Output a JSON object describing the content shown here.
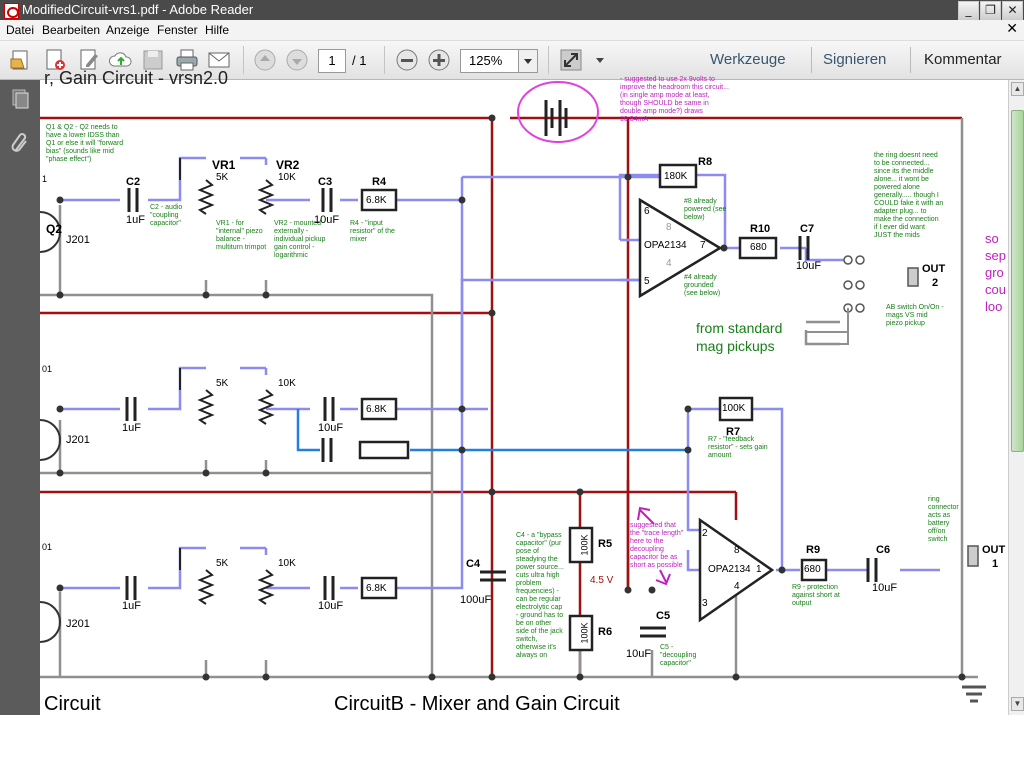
{
  "window": {
    "title": "ModifiedCircuit-vrs1.pdf - Adobe Reader",
    "controls": [
      "_",
      "❐",
      "✕"
    ]
  },
  "menu": {
    "items": [
      "Datei",
      "Bearbeiten",
      "Anzeige",
      "Fenster",
      "Hilfe"
    ],
    "close": "✕"
  },
  "toolbar": {
    "page_current": "1",
    "page_total": "/ 1",
    "zoom": "125%",
    "tools_label": "Werkzeuge",
    "sign_label": "Signieren",
    "comment_label": "Kommentar"
  },
  "schematic": {
    "header_partial": "r, Gain Circuit - vrsn2.0",
    "caption_left": "Circuit",
    "caption_main": "CircuitB - Mixer and Gain Circuit",
    "battery_note": "- suggested to use 2x 9volts to improve the headroom this circuit... (in single amp mode at least, though SHOULD be same in double amp mode?) draws 10.84mA",
    "q_note": "Q1 & Q2 - Q2 needs to have a lower IDSS than Q1 or else it will \"forward bias\" (sounds like mid \"phase effect\")",
    "labels": {
      "q2": "Q2",
      "j201a": "J201",
      "j201b": "J201",
      "j201c": "J201",
      "c2": "C2",
      "c2v": "1uF",
      "c2note": "C2 - audio \"coupling capacitor\"",
      "vr1": "VR1",
      "vr1v": "5K",
      "vr1note": "VR1 - for \"internal\" piezo balance - multiturn trimpot",
      "vr2": "VR2",
      "vr2v": "10K",
      "vr2note": "VR2 - mounted externally - individual pickup gain control - logarithmic",
      "c3": "C3",
      "c3v": "10uF",
      "r4": "R4",
      "r4v": "6.8K",
      "r4note": "R4 - \"input resistor\" of the mixer",
      "r8": "R8",
      "r8v": "180K",
      "op1": "OPA2134",
      "op1p6": "6",
      "op1p8": "8",
      "op1p5": "5",
      "op1p4": "4",
      "op1p7": "7",
      "op1note8": "#8 already powered (see below)",
      "op1note4": "#4 already grounded (see below)",
      "r10": "R10",
      "r10v": "680",
      "c7": "C7",
      "c7v": "10uF",
      "ringnote": "the ring doesnt need to be connected... since its the middle alone... it wont be powered alone generally..... though I COULD fake it with an adapter plug... to make the connection if I ever did want JUST the mids",
      "out2": "OUT",
      "out2n": "2",
      "abnote": "AB switch On/On - mags VS mid piezo pickup",
      "mag": "from standard",
      "mag2": "mag pickups",
      "magenta_edge": "so\nsep\ngro\ncou\nloo",
      "row2_5k": "5K",
      "row2_10k": "10K",
      "row2_1uf": "1uF",
      "row2_10uf": "10uF",
      "row2_r": "6.8K",
      "r7": "R7",
      "r7v": "100K",
      "r7note": "R7 - \"feedback resistor\" - sets gain amount",
      "row3_5k": "5K",
      "row3_10k": "10K",
      "row3_1uf": "1uF",
      "row3_10uf": "10uF",
      "row3_r": "6.8K",
      "c4": "C4",
      "c4v": "100uF",
      "c4note": "C4 - a \"bypass capacitor\" (pur pose of steadying the power source... cuts ultra high problem frequencies) - can be regular electrolytic cap - ground has to be on other side of the jack switch, otherwise it's always on",
      "r5": "R5",
      "r5v": "100K",
      "r6": "R6",
      "r6v": "100K",
      "halfv": "4.5 V",
      "tracenote": "suggested that the \"trace length\" here to the decoupling capacitor be as short as possible",
      "c5": "C5",
      "c5v": "10uF",
      "c5note": "C5 - \"decoupling capacitor\"",
      "op2": "OPA2134",
      "op2p2": "2",
      "op2p8": "8",
      "op2p3": "3",
      "op2p4": "4",
      "op2p1": "1",
      "r9": "R9",
      "r9v": "680",
      "r9note": "R9 - protection against short at output",
      "c6": "C6",
      "c6v": "10uF",
      "ringconn": "ring connector acts as battery off/on switch",
      "out1": "OUT",
      "out1n": "1",
      "left01a": "01",
      "left01b": "01",
      "left1": "1"
    }
  },
  "colors": {
    "wire_blue": "#8c8cf0",
    "wire_red": "#a01010",
    "wire_gray": "#909090",
    "wire_cyan": "#2080e0",
    "note_green": "#188018",
    "note_magenta": "#c020c0"
  }
}
